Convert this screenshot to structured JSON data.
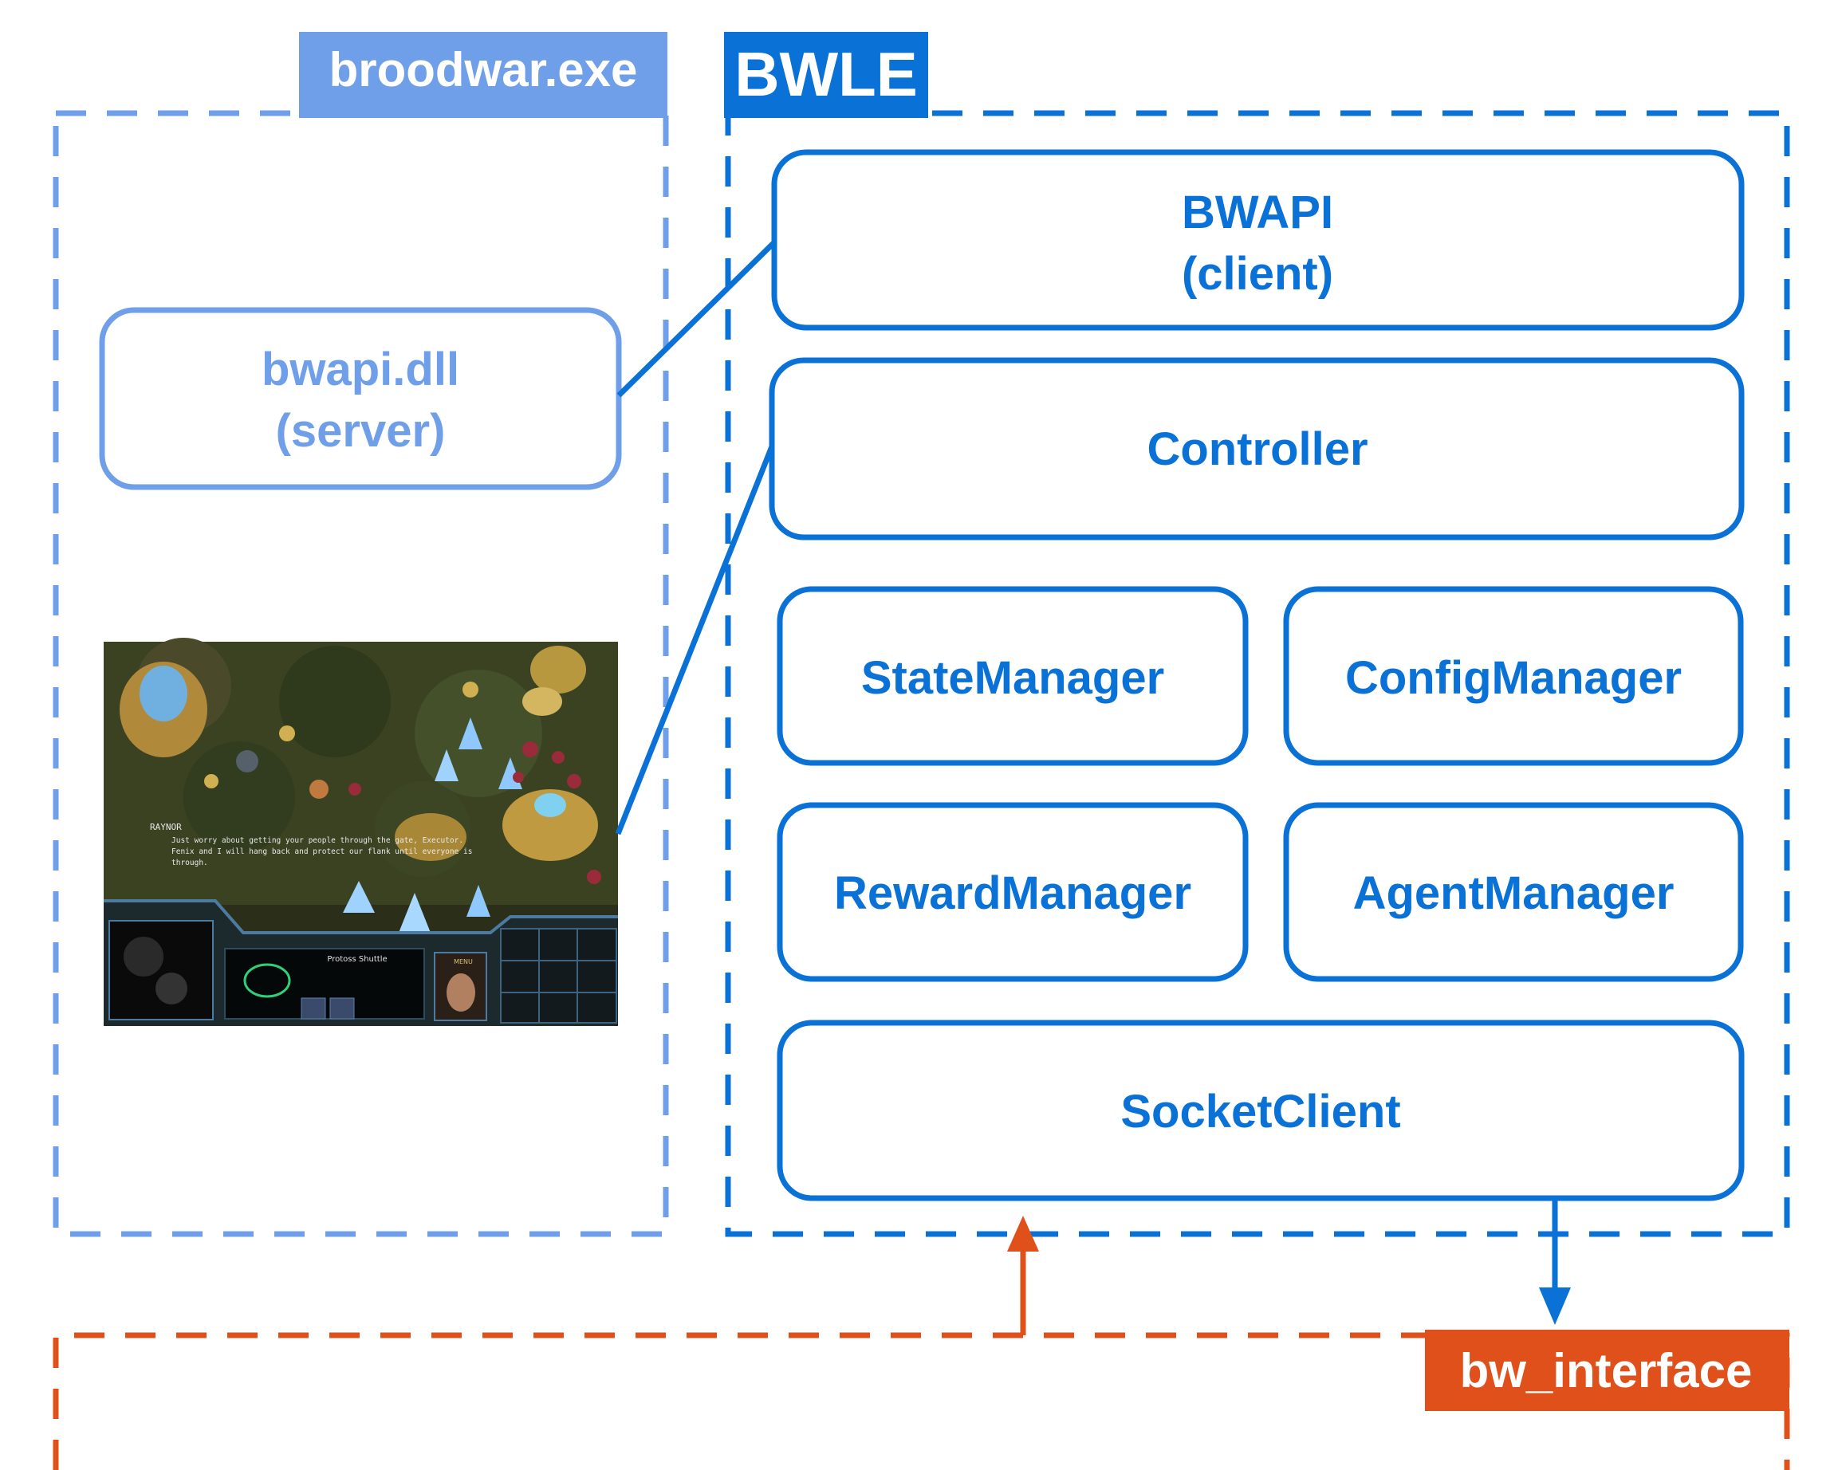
{
  "broodwar": {
    "title": "broodwar.exe",
    "dll_line1": "bwapi.dll",
    "dll_line2": "(server)",
    "screenshot": {
      "speaker": "RAYNOR",
      "dialog_line1": "Just worry about getting your people through the gate, Executor.",
      "dialog_line2": "Fenix and I will hang back and protect our flank until everyone is",
      "dialog_line3": "through.",
      "unit_name": "Protoss Shuttle",
      "menu_label": "MENU"
    }
  },
  "bwle": {
    "title": "BWLE",
    "bwapi_line1": "BWAPI",
    "bwapi_line2": "(client)",
    "controller": "Controller",
    "state_manager": "StateManager",
    "config_manager": "ConfigManager",
    "reward_manager": "RewardManager",
    "agent_manager": "AgentManager",
    "socket_client": "SocketClient"
  },
  "bw_interface": {
    "title": "bw_interface"
  },
  "colors": {
    "light_blue": "#6f9fe8",
    "blue": "#0a72d6",
    "orange": "#e0501a",
    "white": "#ffffff"
  }
}
